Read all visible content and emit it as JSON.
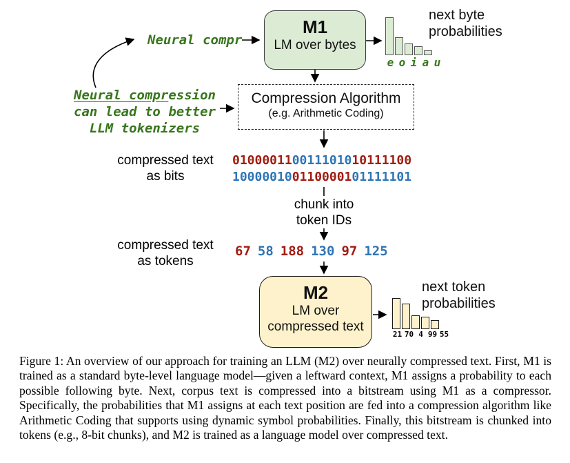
{
  "figure": {
    "context_snippet": "Neural compr",
    "annotation": {
      "line1_underlined": "Neural compr",
      "line1_rest": "ession",
      "line2": "can lead to better",
      "line3": "LLM tokenizers"
    },
    "m1": {
      "title": "M1",
      "subtitle": "LM over bytes"
    },
    "m2": {
      "title": "M2",
      "subtitle_line1": "LM over",
      "subtitle_line2": "compressed text"
    },
    "compression_box": {
      "title": "Compression Algorithm",
      "subtitle": "(e.g. Arithmetic Coding)"
    },
    "labels": {
      "bits_label_line1": "compressed text",
      "bits_label_line2": "as bits",
      "chunk_line1": "chunk into",
      "chunk_line2": "token IDs",
      "tokens_label_line1": "compressed text",
      "tokens_label_line2": "as tokens",
      "next_byte_line1": "next byte",
      "next_byte_line2": "probabilities",
      "next_token_line1": "next token",
      "next_token_line2": "probabilities"
    },
    "bits": {
      "row1": [
        {
          "text": "01000011",
          "color": "red"
        },
        {
          "text": "00111010",
          "color": "blue"
        },
        {
          "text": "10111100",
          "color": "red"
        }
      ],
      "row2": [
        {
          "text": "10000010",
          "color": "blue"
        },
        {
          "text": "01100001",
          "color": "red"
        },
        {
          "text": "01111101",
          "color": "blue"
        }
      ]
    },
    "tokens": [
      {
        "text": "67",
        "color": "red"
      },
      {
        "text": "58",
        "color": "blue"
      },
      {
        "text": "188",
        "color": "red"
      },
      {
        "text": "130",
        "color": "blue"
      },
      {
        "text": "97",
        "color": "red"
      },
      {
        "text": "125",
        "color": "blue"
      }
    ],
    "colors": {
      "red": "#a11d12",
      "blue": "#2e75b6",
      "green_text": "#38761d",
      "m1_fill": "#dcebd3",
      "m2_fill": "#fdf2cc"
    }
  },
  "chart_data": [
    {
      "type": "bar",
      "id": "next-byte-probabilities",
      "title": "next byte probabilities",
      "categories": [
        "e",
        "o",
        "i",
        "a",
        "u"
      ],
      "values": [
        55,
        26,
        17,
        13,
        7
      ],
      "note": "no numeric axis shown; values are relative bar heights in px",
      "bar_fill": "#dcebd3",
      "bar_border": "#555555",
      "label_color": "#38761d"
    },
    {
      "type": "bar",
      "id": "next-token-probabilities",
      "title": "next token probabilities",
      "categories": [
        "21",
        "70",
        "4",
        "99",
        "55"
      ],
      "values": [
        45,
        37,
        20,
        18,
        13
      ],
      "note": "no numeric axis shown; values are relative bar heights in px",
      "bar_fill": "#fdf2cc",
      "bar_border": "#1a1a1a",
      "label_color": "#000000"
    }
  ],
  "caption": {
    "text": "Figure 1: An overview of our approach for training an LLM (M2) over neurally compressed text. First, M1 is trained as a standard byte-level language model—given a leftward context, M1 assigns a probability to each possible following byte. Next, corpus text is compressed into a bitstream using M1 as a compressor. Specifically, the probabilities that M1 assigns at each text position are fed into a compression algorithm like Arithmetic Coding that supports using dynamic symbol probabilities. Finally, this bitstream is chunked into tokens (e.g., 8-bit chunks), and M2 is trained as a language model over compressed text."
  }
}
